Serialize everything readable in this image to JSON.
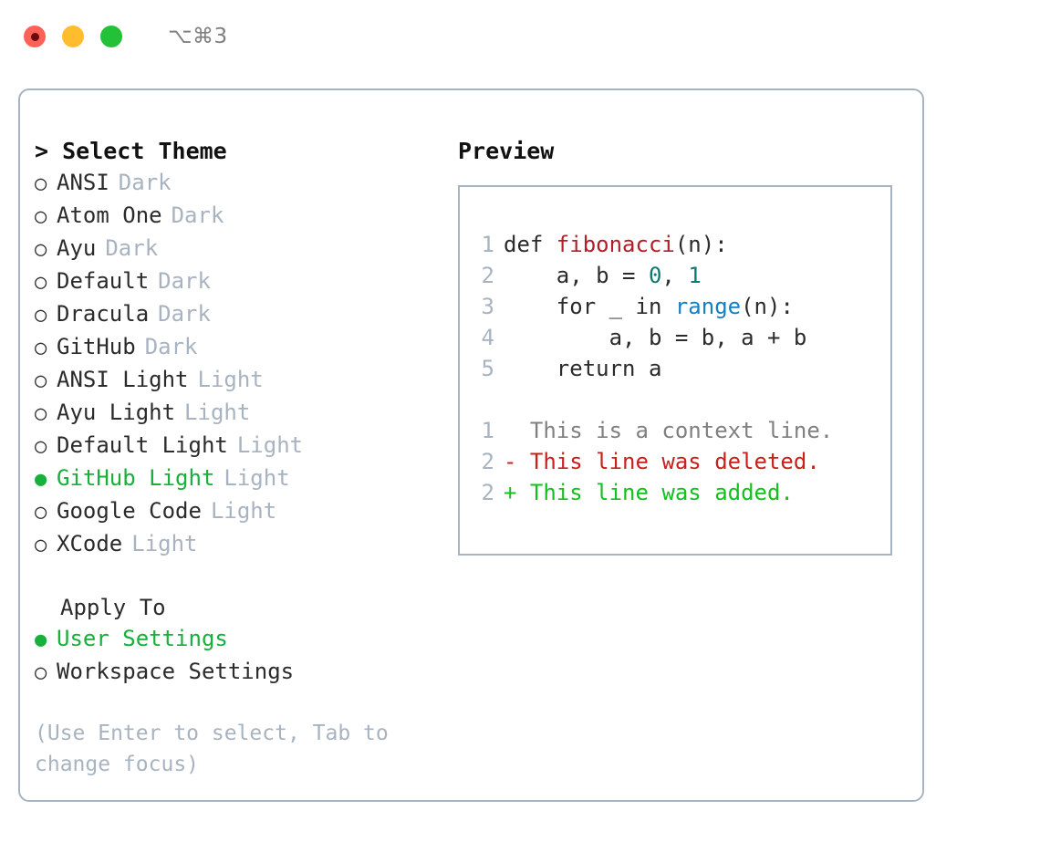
{
  "titlebar": {
    "shortcut": "⌥⌘3",
    "buttons": [
      {
        "name": "close",
        "color": "#ff6159"
      },
      {
        "name": "minimize",
        "color": "#ffbd2e"
      },
      {
        "name": "zoom",
        "color": "#22c138"
      }
    ]
  },
  "theme_picker": {
    "header": "> Select Theme",
    "items": [
      {
        "marker": "○",
        "label": "ANSI",
        "variant": "Dark",
        "selected": false
      },
      {
        "marker": "○",
        "label": "Atom One",
        "variant": "Dark",
        "selected": false
      },
      {
        "marker": "○",
        "label": "Ayu",
        "variant": "Dark",
        "selected": false
      },
      {
        "marker": "○",
        "label": "Default",
        "variant": "Dark",
        "selected": false
      },
      {
        "marker": "○",
        "label": "Dracula",
        "variant": "Dark",
        "selected": false
      },
      {
        "marker": "○",
        "label": "GitHub",
        "variant": "Dark",
        "selected": false
      },
      {
        "marker": "○",
        "label": "ANSI Light",
        "variant": "Light",
        "selected": false
      },
      {
        "marker": "○",
        "label": "Ayu Light",
        "variant": "Light",
        "selected": false
      },
      {
        "marker": "○",
        "label": "Default Light",
        "variant": "Light",
        "selected": false
      },
      {
        "marker": "●",
        "label": "GitHub Light",
        "variant": "Light",
        "selected": true
      },
      {
        "marker": "○",
        "label": "Google Code",
        "variant": "Light",
        "selected": false
      },
      {
        "marker": "○",
        "label": "XCode",
        "variant": "Light",
        "selected": false
      }
    ]
  },
  "apply_to": {
    "title": "Apply To",
    "items": [
      {
        "marker": "●",
        "label": "User Settings",
        "selected": true
      },
      {
        "marker": "○",
        "label": "Workspace Settings",
        "selected": false
      }
    ]
  },
  "hint": "(Use Enter to select, Tab to change focus)",
  "preview": {
    "title": "Preview",
    "code_lines": [
      {
        "no": "1",
        "segments": [
          {
            "text": "def ",
            "style": "plain"
          },
          {
            "text": "fibonacci",
            "style": "function"
          },
          {
            "text": "(n):",
            "style": "plain"
          }
        ]
      },
      {
        "no": "2",
        "segments": [
          {
            "text": "    a, b = ",
            "style": "plain"
          },
          {
            "text": "0",
            "style": "number"
          },
          {
            "text": ", ",
            "style": "plain"
          },
          {
            "text": "1",
            "style": "number"
          }
        ]
      },
      {
        "no": "3",
        "segments": [
          {
            "text": "    for _ in ",
            "style": "plain"
          },
          {
            "text": "range",
            "style": "call"
          },
          {
            "text": "(n):",
            "style": "plain"
          }
        ]
      },
      {
        "no": "4",
        "segments": [
          {
            "text": "        a, b = b, a + b",
            "style": "plain"
          }
        ]
      },
      {
        "no": "5",
        "segments": [
          {
            "text": "    return a",
            "style": "plain"
          }
        ]
      }
    ],
    "diff_lines": [
      {
        "no": "1",
        "marker": "  ",
        "text": "This is a context line.",
        "kind": "context"
      },
      {
        "no": "2",
        "marker": "- ",
        "text": "This line was deleted.",
        "kind": "deleted"
      },
      {
        "no": "2",
        "marker": "+ ",
        "text": "This line was added.",
        "kind": "added"
      }
    ]
  },
  "colors": {
    "accent_green": "#16b03a",
    "muted": "#a8b3c1",
    "border": "#a8b3c1",
    "text": "#2b2b2b",
    "fn_red": "#b31d28",
    "num_teal": "#0b7a75",
    "call_blue": "#157fc4",
    "diff_deleted": "#c8201b",
    "diff_added": "#14c01e",
    "diff_context": "#808080"
  }
}
